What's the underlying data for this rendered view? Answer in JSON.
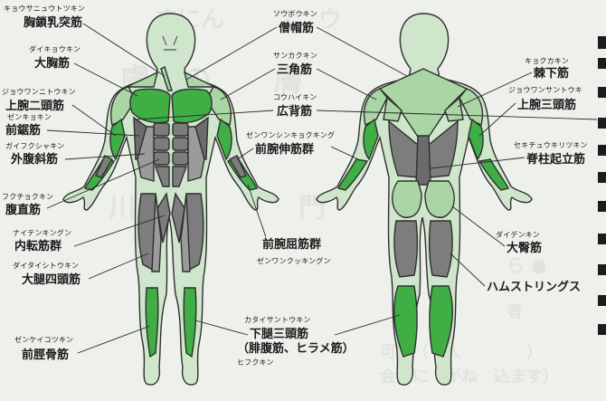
{
  "labels": {
    "sternocleidomastoid": {
      "ruby": "キョウサニュウトツキン",
      "text": "胸鎖乳突筋"
    },
    "pectoralis_major": {
      "ruby": "ダイキョウキン",
      "text": "大胸筋"
    },
    "biceps": {
      "ruby": "ジョウワンニトウキン",
      "text": "上腕二頭筋"
    },
    "serratus": {
      "ruby": "ゼンキョキン",
      "text": "前鋸筋"
    },
    "external_oblique": {
      "ruby": "ガイフクシャキン",
      "text": "外腹斜筋"
    },
    "rectus_abdominis": {
      "ruby": "フクチョクキン",
      "text": "腹直筋"
    },
    "adductors": {
      "ruby": "ナイテンキングン",
      "text": "内転筋群"
    },
    "quadriceps": {
      "ruby": "ダイタイシトウキン",
      "text": "大腿四頭筋"
    },
    "tibialis_anterior": {
      "ruby": "ゼンケイコツキン",
      "text": "前脛骨筋"
    },
    "trapezius": {
      "ruby": "ソウボウキン",
      "text": "僧帽筋"
    },
    "deltoid": {
      "ruby": "サンカクキン",
      "text": "三角筋"
    },
    "latissimus": {
      "ruby": "コウハイキン",
      "text": "広背筋"
    },
    "forearm_extensors": {
      "ruby": "ゼンワンシンキョクキング",
      "text": "前腕伸筋群"
    },
    "forearm_flexors": {
      "ruby": "ゼンワンクッキングン",
      "text": "前腕屈筋群"
    },
    "infraspinatus": {
      "ruby": "キョクカキン",
      "text": "棘下筋"
    },
    "triceps": {
      "ruby": "ジョウワンサントウキ",
      "text": "上腕三頭筋"
    },
    "erector_spinae": {
      "ruby": "セキチュウキリツキン",
      "text": "脊柱起立筋"
    },
    "gluteus_maximus": {
      "ruby": "ダイデンキン",
      "text": "大臀筋"
    },
    "hamstrings": {
      "ruby": "",
      "text": "ハムストリングス"
    },
    "triceps_surae": {
      "ruby": "カタイサントウキン",
      "text": "下腿三頭筋",
      "sub": "（腓腹筋、ヒラメ筋）",
      "sub_ruby": "ヒフクキン"
    }
  },
  "colors": {
    "background": "#eef0ec",
    "muscle_pale_green": "#cfe6cc",
    "muscle_light_green": "#a9d6a4",
    "muscle_green": "#3fae45",
    "muscle_gray": "#7d7d7d"
  }
}
